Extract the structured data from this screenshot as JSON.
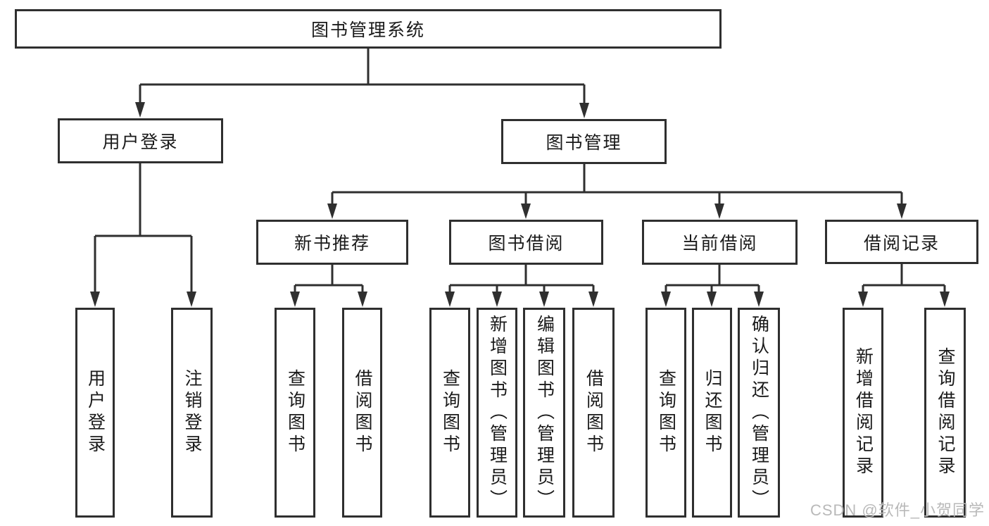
{
  "diagram": {
    "root_label": "图书管理系统",
    "branches": [
      {
        "label": "用户登录",
        "children": [
          "用户登录",
          "注销登录"
        ]
      },
      {
        "label": "图书管理",
        "sections": [
          {
            "label": "新书推荐",
            "children": [
              "查询图书",
              "借阅图书"
            ]
          },
          {
            "label": "图书借阅",
            "children": [
              "查询图书",
              "新增图书（管理员）",
              "编辑图书（管理员）",
              "借阅图书"
            ]
          },
          {
            "label": "当前借阅",
            "children": [
              "查询图书",
              "归还图书",
              "确认归还（管理员）"
            ]
          },
          {
            "label": "借阅记录",
            "children": [
              "新增借阅记录",
              "查询借阅记录"
            ]
          }
        ]
      }
    ]
  },
  "watermark": {
    "text": "CSDN @软件_小贺同学"
  },
  "colors": {
    "line": "#2f2f2f",
    "text": "#1a1a1a",
    "background": "#ffffff",
    "watermark": "#b9b9b9"
  }
}
